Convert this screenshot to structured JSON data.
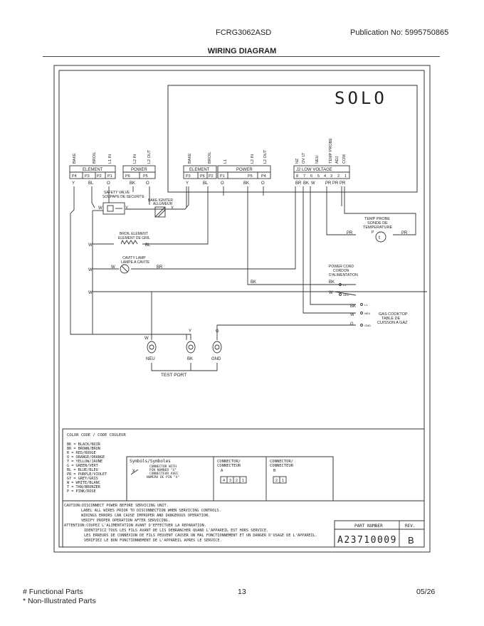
{
  "header": {
    "model": "FCRG3062ASD",
    "publication": "Publication No:  5995750865",
    "title": "WIRING DIAGRAM"
  },
  "footer": {
    "functional": "# Functional Parts",
    "non_illustrated": "* Non-Illustrated Parts",
    "page": "13",
    "date": "05/26"
  },
  "diagram": {
    "board_title": "SOLO",
    "connectors_left": {
      "wire_labels": [
        "BAKE",
        "BROIL",
        "L1 IN",
        "L2 IN",
        "L2 OUT"
      ],
      "group1": "ELEMENT",
      "group2": "POWER",
      "pins": [
        "P4",
        "P3",
        "P2",
        "P1",
        "P6",
        "P5"
      ],
      "colors": [
        "Y",
        "BL",
        "O",
        "BK",
        "O"
      ]
    },
    "connectors_right": {
      "wire_labels": [
        "BAKE",
        "BROIL",
        "L1",
        "L2 IN",
        "L2 OUT"
      ],
      "group1": "ELEMENT",
      "group2": "POWER",
      "pins": [
        "P3",
        "P6",
        "P2",
        "P1",
        "P5",
        "P4"
      ],
      "colors": [
        "Y",
        "BL",
        "O",
        "BK",
        "O"
      ]
    },
    "j2": {
      "wire_labels": [
        "NZ",
        "OV LT",
        "NEU",
        "TEMP PROBE",
        "ADJ",
        "COM"
      ],
      "title": "J2  LOW  VOLTAGE",
      "pins": [
        "8",
        "7",
        "6",
        "5",
        "4",
        "3",
        "2",
        "1"
      ],
      "colors": [
        "BR",
        "BK",
        "W",
        "PR",
        "PR",
        "PR"
      ]
    },
    "components": {
      "safety_valve": [
        "SAFETY VALVE",
        "SOUPAPE DE SECURITE"
      ],
      "bake_igniter": [
        "BAKE IGNITER",
        "ALLUMEUR"
      ],
      "broil_element": [
        "BROIL ELEMENT",
        "ELEMENT DE GRIL"
      ],
      "cavity_lamp": [
        "CAVITY LAMP",
        "LAMPE A CAVITE"
      ],
      "temp_probe": [
        "TEMP PROBE",
        "SONDE DE",
        "TEMPERATURE"
      ],
      "power_cord": [
        "POWER CORD",
        "CORDON",
        "D'ALIMENTATION"
      ],
      "gas_cooktop": [
        "GAS COOKTOP",
        "TABLE DE",
        "CUISSON A GAZ"
      ],
      "test_port": "TEST PORT",
      "terminals": [
        "NEU",
        "BK",
        "GND"
      ]
    },
    "wire_tags": {
      "W": "W",
      "Y": "Y",
      "BL": "BL",
      "BR": "BR",
      "BK": "BK",
      "G": "G",
      "PR": "PR",
      "probe_t": "t",
      "probe_p": "P",
      "l1": "L1",
      "neu": "NEU",
      "gnd": "GND"
    }
  },
  "color_code": {
    "title": "COLOR CODE / CODE COULEUR",
    "entries": [
      "BK = BLACK/NOIR",
      "BR = BROWN/BRUN",
      "R  = RED/ROUGE",
      "O  = ORANGE/ORANGE",
      "Y  = YELLOW/JAUNE",
      "G  = GREEN/VERT",
      "BL = BLUE/BLEU",
      "PR = PURPLE/VIOLET",
      "GY = GREY/GRIS",
      "W  = WHITE/BLANC",
      "T  = TAN/BRONZER",
      "P  = PINK/ROSE"
    ]
  },
  "symbols": {
    "title": "Symbols/Symboles",
    "x": "X",
    "desc": [
      "CONNECTOR WITH",
      "PIN NUMBER \"X\"",
      "CONNECTEUR AVEC",
      "NUMERO DE PIN \"X\""
    ]
  },
  "connector_legend": {
    "a_title": [
      "CONNECTOR/",
      "CONNECTEUR"
    ],
    "a_label": "A",
    "a_pins": [
      "4",
      "3",
      "2",
      "1"
    ],
    "b_title": [
      "CONNECTOR/",
      "CONNECTEUR"
    ],
    "b_label": "B",
    "b_pins": [
      "2",
      "1"
    ]
  },
  "caution": {
    "lines": [
      "CAUTION:DISCONNECT POWER BEFORE SERVICING UNIT.",
      "LABEL ALL WIRES PRIOR TO DISCONNECTION WHEN SERVICING CONTROLS.",
      "WIRINGS ERRORS CAN CAUSE IMPROPER AND DANGEROUS OPERATION.",
      "VERIFY PROPER OPERATION AFTER SERVICING.",
      "ATTENTION:COUPEZ L'ALIMENTATION AVANT D'EFFECTUER LA REPARATION.",
      "IDENTIFICZ TOUS LES FILS AVANT DE LIS DEBRANCHER QUAND L'APPAREIL EST HORS SERVICE.",
      "LES ERREURS DE CONNEXION DE FILS PEUVENT CAUSER UN MAL FONCTIONNEMENT ET UN DANGER D'USAGE DE L'APPAREIL.",
      "VERIFIEZ LE BON FONCTIONNEMENT DE L'APPAREIL APRES LE SERVICE."
    ]
  },
  "part_block": {
    "part_label": "PART NUMBER",
    "rev_label": "REV.",
    "part_number": "A23710009",
    "rev": "B"
  }
}
